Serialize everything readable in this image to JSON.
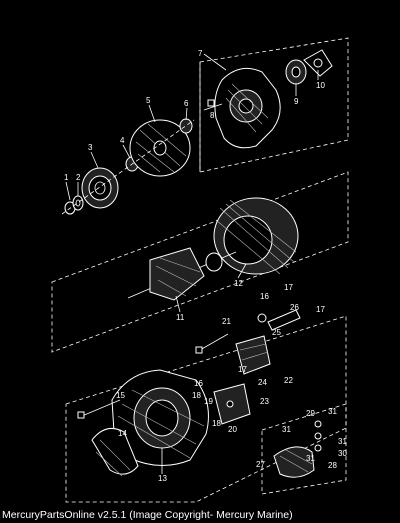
{
  "callouts": {
    "c1": "1",
    "c2": "2",
    "c3": "3",
    "c4": "4",
    "c5": "5",
    "c6": "6",
    "c7": "7",
    "c8": "8",
    "c9": "9",
    "c10": "10",
    "c11": "11",
    "c12": "12",
    "c13": "13",
    "c14": "14",
    "c15": "15",
    "c16a": "16",
    "c16b": "16",
    "c17a": "17",
    "c17b": "17",
    "c17c": "17",
    "c18a": "18",
    "c18b": "18",
    "c19": "19",
    "c20": "20",
    "c21": "21",
    "c22": "22",
    "c23": "23",
    "c24": "24",
    "c25": "25",
    "c26": "26",
    "c27": "27",
    "c28": "28",
    "c29": "29",
    "c30": "30",
    "c31a": "31",
    "c31b": "31",
    "c31c": "31",
    "c31d": "31"
  },
  "footer": {
    "text": "MercuryPartsOnline v2.5.1 (Image Copyright- Mercury Marine)"
  }
}
